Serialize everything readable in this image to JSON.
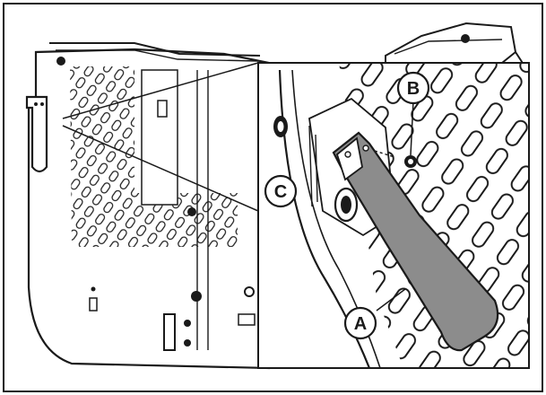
{
  "callouts": {
    "a": "A",
    "b": "B",
    "c": "C"
  },
  "colors": {
    "line": "#1a1a1a",
    "part_fill": "#8c8c8c",
    "background": "#ffffff"
  }
}
